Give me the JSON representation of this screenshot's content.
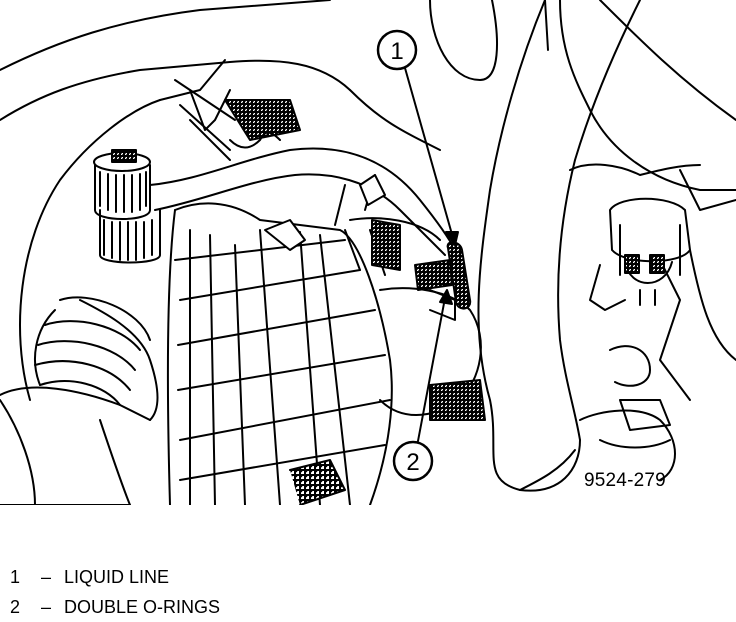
{
  "figure": {
    "figure_id": "9524-279",
    "callouts": [
      {
        "number": "1",
        "label": "LIQUID LINE"
      },
      {
        "number": "2",
        "label": "DOUBLE O-RINGS"
      }
    ],
    "dash": "–"
  }
}
